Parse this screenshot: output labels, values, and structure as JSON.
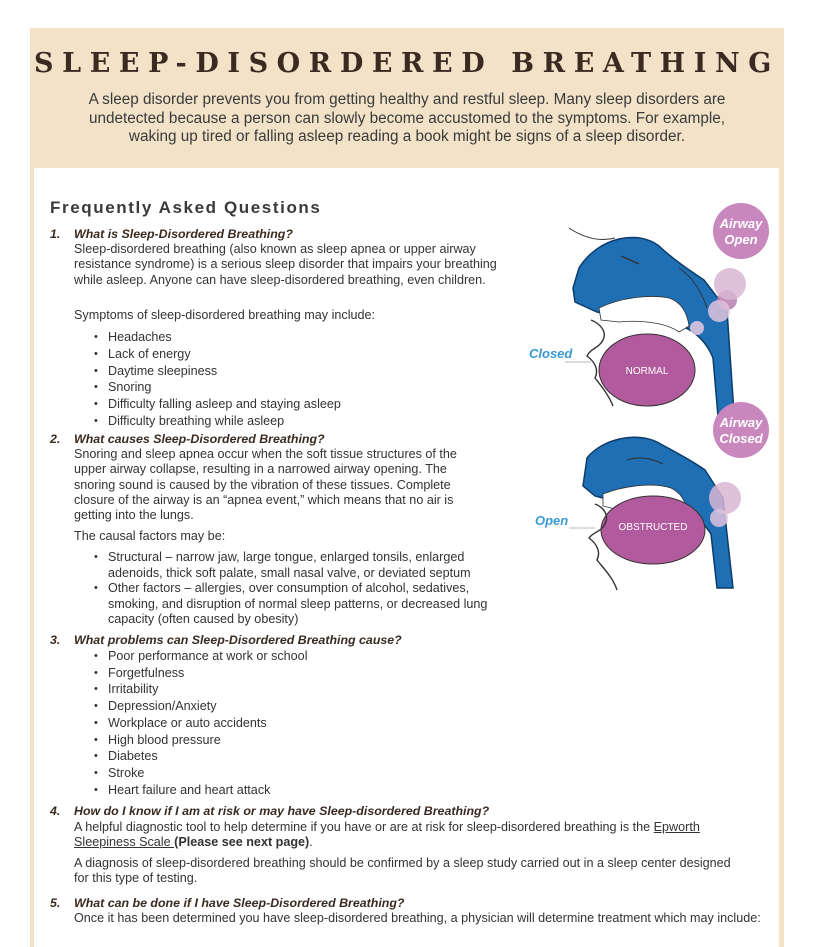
{
  "title": "SLEEP-DISORDERED BREATHING",
  "intro": "A sleep disorder prevents you from getting healthy and restful sleep. Many sleep disorders are undetected because a person can slowly become accustomed to the symptoms. For example, waking up tired or falling asleep reading a book might be signs of a sleep disorder.",
  "faq_title": "Frequently Asked Questions",
  "q1": {
    "num": "1.",
    "question": "What is Sleep-Disordered Breathing?",
    "answer": "Sleep-disordered breathing (also known as sleep apnea or upper airway resistance syndrome) is a serious sleep disorder that impairs your breathing while asleep. Anyone can have sleep-disordered breathing, even children.",
    "list_intro": "Symptoms of sleep-disordered breathing may include:",
    "items": [
      "Headaches",
      "Lack of energy",
      "Daytime sleepiness",
      "Snoring",
      "Difficulty falling asleep and staying asleep",
      "Difficulty breathing while asleep"
    ]
  },
  "q2": {
    "num": "2.",
    "question": "What causes Sleep-Disordered Breathing?",
    "answer": "Snoring and sleep apnea occur when the soft tissue structures of the upper airway collapse, resulting in a narrowed airway opening. The snoring sound is caused by the vibration of these tissues. Complete closure of the airway is an “apnea event,” which means that no air is getting into the lungs.",
    "list_intro": "The causal factors may be:",
    "items": [
      "Structural – narrow jaw, large tongue, enlarged tonsils, enlarged adenoids, thick soft palate, small nasal valve, or deviated septum",
      "Other factors – allergies, over consumption of alcohol, sedatives, smoking, and disruption of normal sleep patterns, or decreased lung capacity (often caused by obesity)"
    ]
  },
  "q3": {
    "num": "3.",
    "question": "What problems can Sleep-Disordered Breathing cause?",
    "items": [
      "Poor performance at work or school",
      "Forgetfulness",
      "Irritability",
      "Depression/Anxiety",
      "Workplace or auto accidents",
      "High blood pressure",
      "Diabetes",
      "Stroke",
      "Heart failure and heart attack"
    ]
  },
  "q4": {
    "num": "4.",
    "question": "How do I know if I am at risk or may have Sleep-disordered Breathing?",
    "answer_pre": "A helpful diagnostic tool to help determine if you have or are at risk for sleep-disordered breathing is the ",
    "link1": "Epworth",
    "link2": "Sleepiness Scale ",
    "bold_note": "(Please see next page)",
    "period": ".",
    "answer2": "A diagnosis of sleep-disordered breathing should be confirmed by a sleep study carried out in a sleep center designed for this type of testing."
  },
  "q5": {
    "num": "5.",
    "question": "What can be done if I have Sleep-Disordered Breathing?",
    "answer": "Once it has been determined you have sleep-disordered breathing, a physician will determine treatment which may include:"
  },
  "illustration": {
    "top_badge_line1": "Airway",
    "top_badge_line2": "Open",
    "top_side_label": "Closed",
    "top_center_label": "NORMAL",
    "bottom_badge_line1": "Airway",
    "bottom_badge_line2": "Closed",
    "bottom_side_label": "Open",
    "bottom_center_label": "OBSTRUCTED"
  },
  "colors": {
    "header_bg": "#f1e2c8",
    "title": "#3b2a21",
    "airway_blue": "#1f6fb5",
    "tissue_purple": "#b25a9e",
    "label_blue": "#3a9ad3",
    "badge_pink": "#c888bd"
  }
}
